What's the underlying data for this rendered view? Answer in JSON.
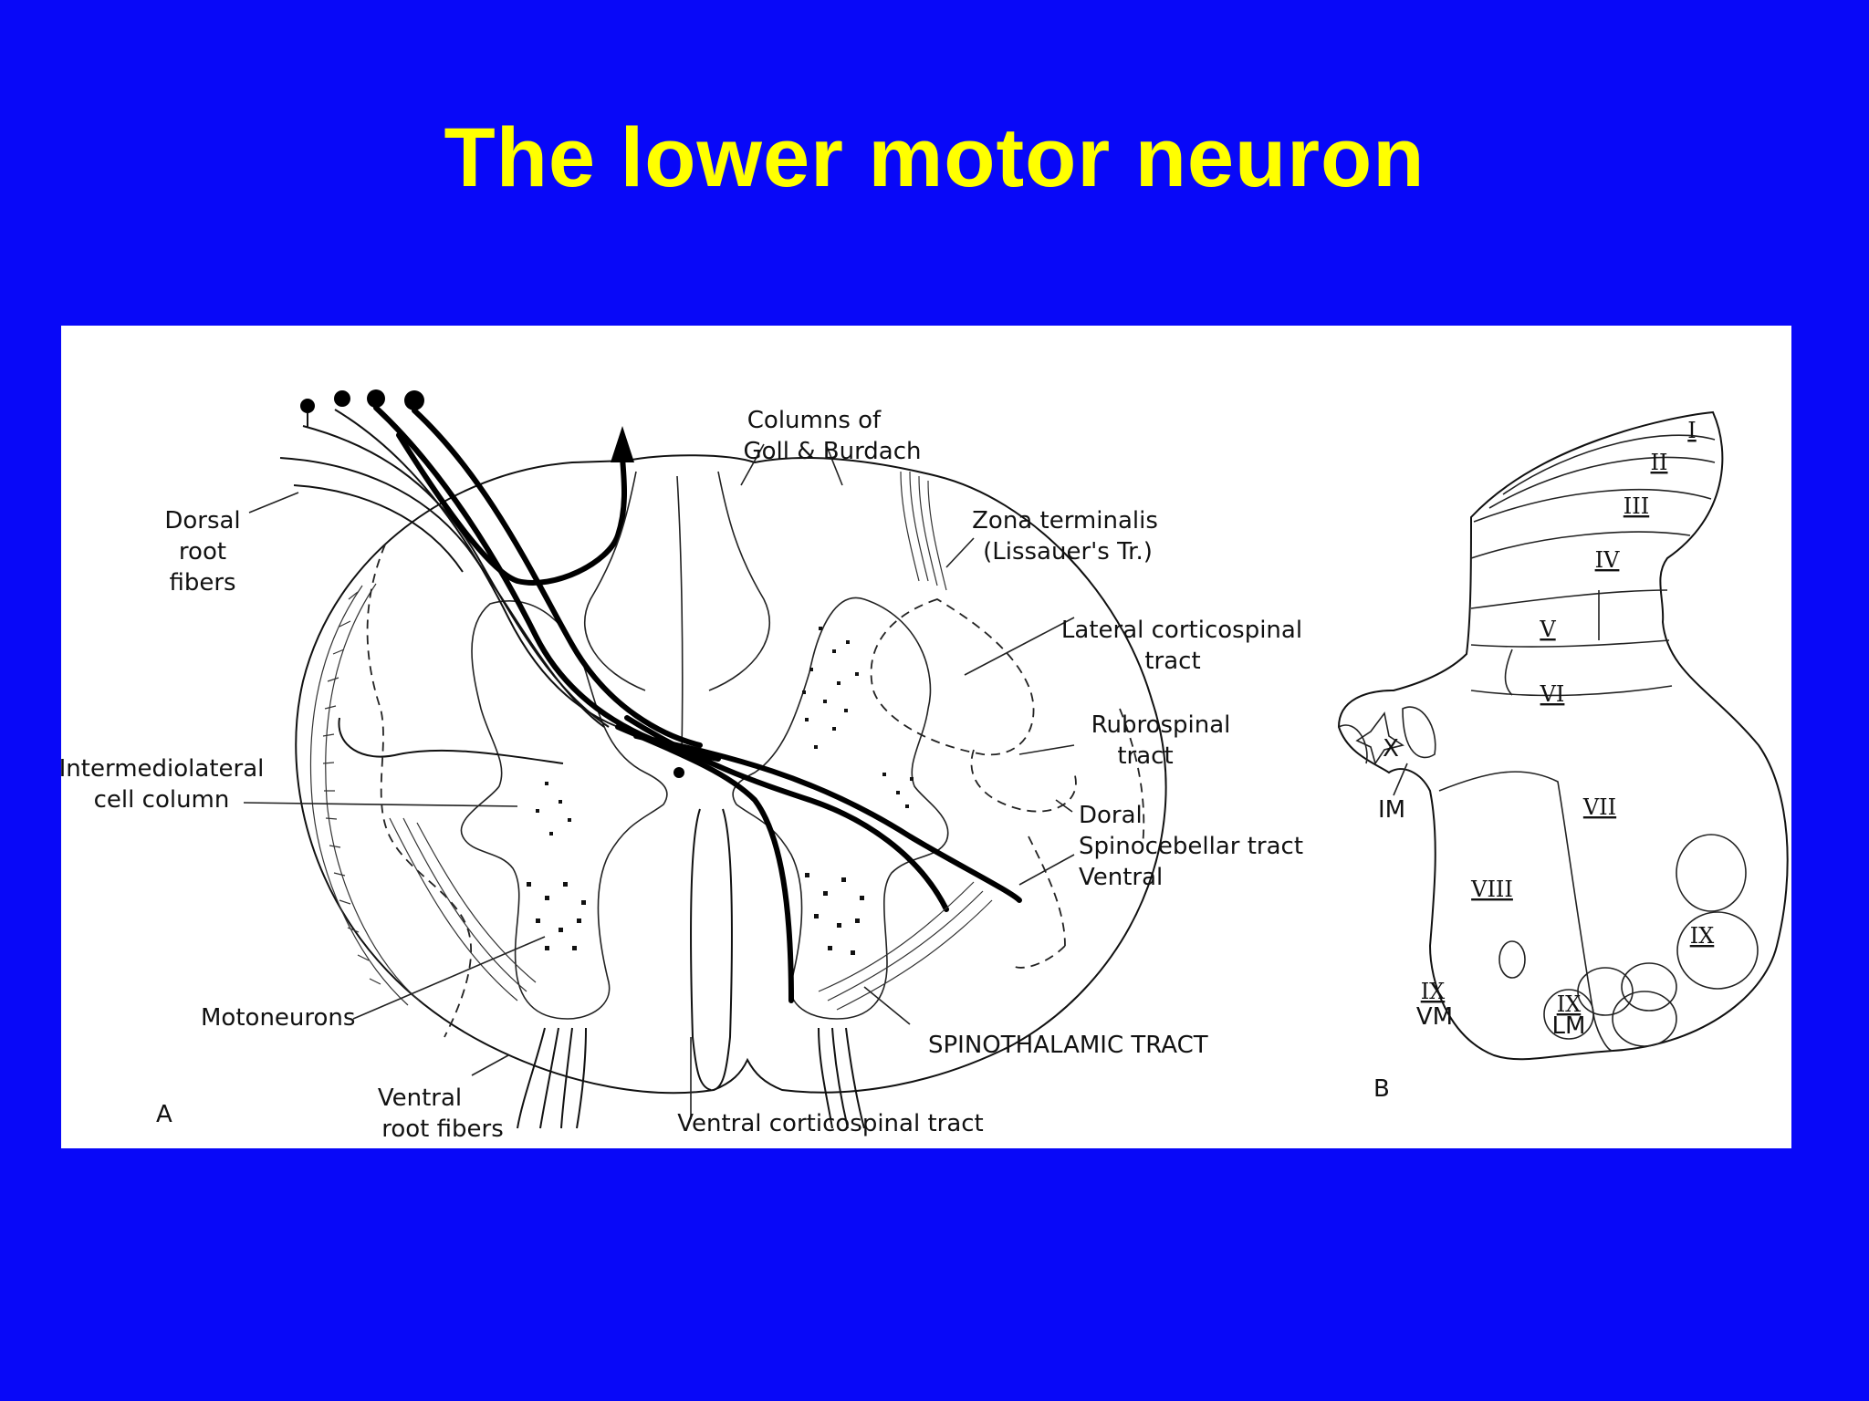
{
  "slide": {
    "title": "The lower motor neuron",
    "background_color": "#0808f8",
    "title_color": "#ffff00"
  },
  "figure": {
    "panel_a": {
      "letter": "A",
      "labels": {
        "dorsal_root_line1": "Dorsal",
        "dorsal_root_line2": "root",
        "dorsal_root_line3": "fibers",
        "columns_line1": "Columns of",
        "columns_line2": "Goll & Burdach",
        "zona_line1": "Zona terminalis",
        "zona_line2": "(Lissauer's Tr.)",
        "lateral_cs_line1": "Lateral corticospinal",
        "lateral_cs_line2": "tract",
        "rubro_line1": "Rubrospinal",
        "rubro_line2": "tract",
        "iml_line1": "Intermediolateral",
        "iml_line2": "cell column",
        "doral": "Doral",
        "spinocebellar": "Spinocebellar tract",
        "ventral": "Ventral",
        "motoneurons": "Motoneurons",
        "spinothalamic": "SPINOTHALAMIC TRACT",
        "ventral_root_line1": "Ventral",
        "ventral_root_line2": "root fibers",
        "ventral_cs": "Ventral corticospinal tract"
      }
    },
    "panel_b": {
      "letter": "B",
      "laminae": [
        "I",
        "II",
        "III",
        "IV",
        "V",
        "VI",
        "VII",
        "VIII",
        "IX",
        "X"
      ],
      "labels": {
        "im": "IM",
        "ix_vm_top": "IX",
        "ix_vm_bottom": "VM",
        "ix_lm_top": "IX",
        "ix_lm_bottom": "LM"
      }
    }
  }
}
